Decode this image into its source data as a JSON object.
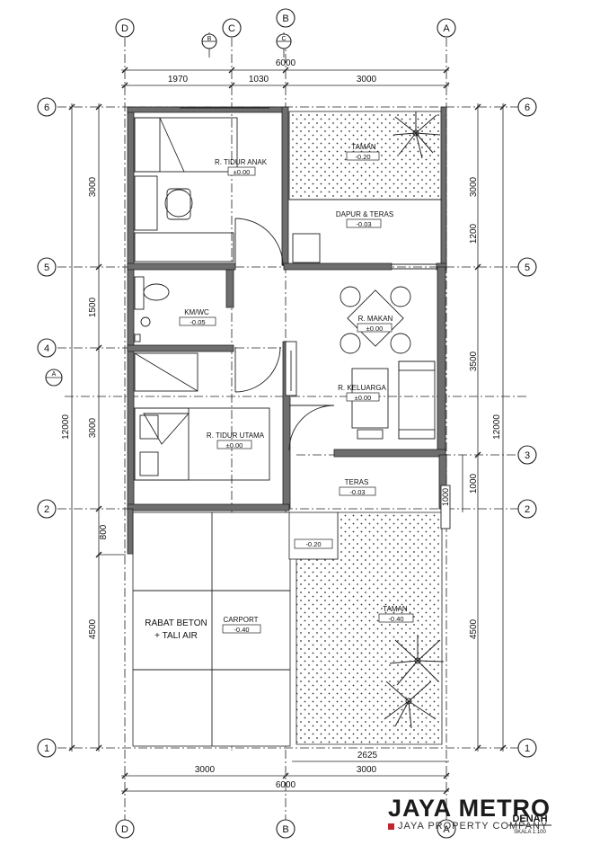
{
  "grid_labels": {
    "top": [
      "D",
      "C",
      "B",
      "A"
    ],
    "bottom": [
      "D",
      "B",
      "A"
    ],
    "left": [
      "6",
      "5",
      "4",
      "2",
      "1"
    ],
    "right": [
      "6",
      "5",
      "3",
      "2",
      "1"
    ],
    "section_marks": [
      "B",
      "C",
      "A"
    ]
  },
  "dimensions": {
    "top_total": "6000",
    "top_segments": [
      "1970",
      "1030",
      "3000"
    ],
    "bottom_total": "6000",
    "bottom_segments": [
      "3000",
      "3000"
    ],
    "bottom_inner": "2625",
    "left_total": "12000",
    "left_segments": [
      "3000",
      "1500",
      "3000",
      "800",
      "4500"
    ],
    "right_total": "12000",
    "right_segments": [
      "3000",
      "1200",
      "3500",
      "1000",
      "4500"
    ],
    "right_small": "1000"
  },
  "rooms": {
    "taman_top": {
      "name": "TAMAN",
      "level": "-0.20"
    },
    "tidur_anak": {
      "name": "R. TIDUR ANAK",
      "level": "±0.00"
    },
    "dapur_teras": {
      "name": "DAPUR & TERAS",
      "level": "-0.03"
    },
    "kmmdi": {
      "name": "KM/WC",
      "level": "-0.05"
    },
    "makan": {
      "name": "R. MAKAN",
      "level": "±0.00"
    },
    "keluarga": {
      "name": "R. KELUARGA",
      "level": "±0.00"
    },
    "tidur_utama": {
      "name": "R. TIDUR UTAMA",
      "level": "±0.00"
    },
    "teras": {
      "name": "TERAS",
      "level": "-0.03"
    },
    "step": {
      "level": "-0.20"
    },
    "carport": {
      "name": "CARPORT",
      "level": "-0.40"
    },
    "taman_bottom": {
      "name": "TAMAN",
      "level": "-0.40"
    },
    "rabat": {
      "line1": "RABAT BETON",
      "line2": "+ TALI AIR"
    }
  },
  "title_block": {
    "label": "DENAH",
    "scale": "SKALA 1:100"
  },
  "brand": {
    "name": "JAYA METRO",
    "tagline": "JAYA PROPERTY COMPANY",
    "accent": "#c0262d"
  }
}
